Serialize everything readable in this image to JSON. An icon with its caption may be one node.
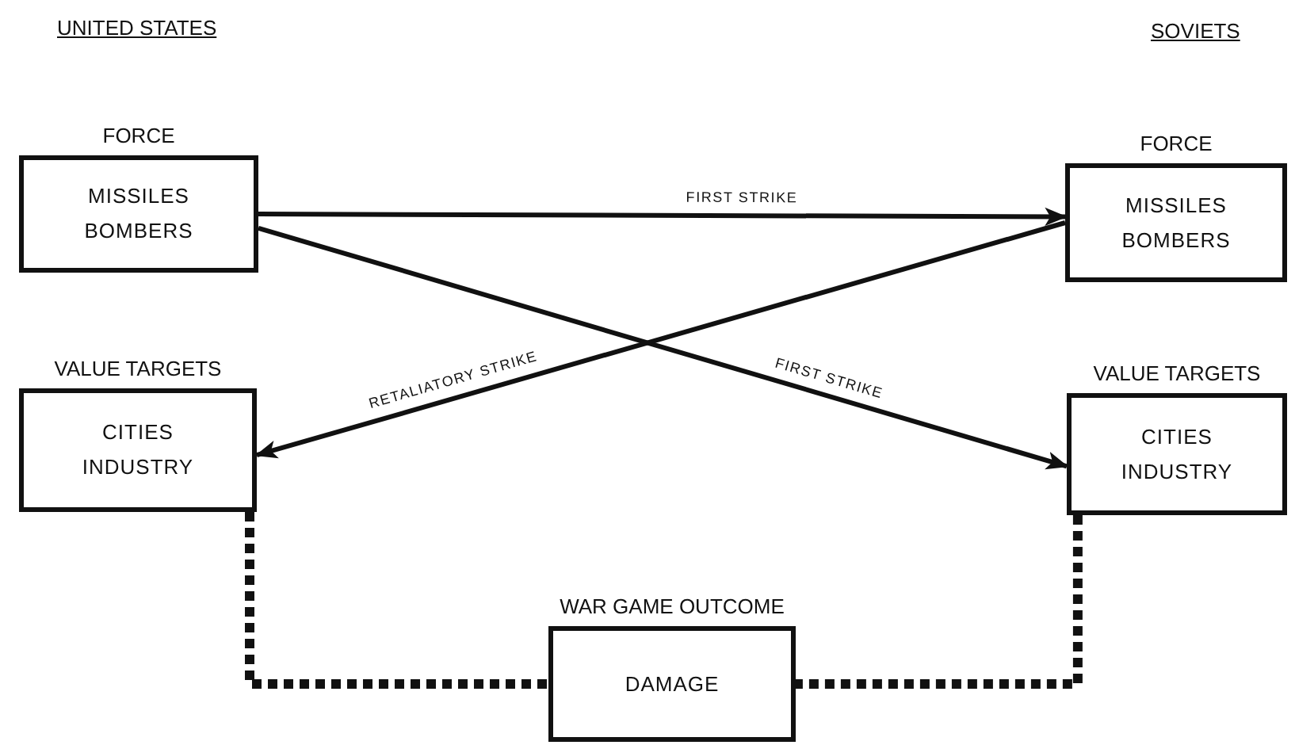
{
  "diagram": {
    "nodes": [
      {
        "text": [
          "FORCE",
          "MISSILES BOMBERS"
        ]
      },
      {
        "text": [
          "FORCE",
          "MISSILES BOMBERS"
        ]
      },
      {
        "text": [
          "VALUE TARGETS",
          "CITIES INDUSTRY"
        ]
      },
      {
        "text": [
          "VALUE TARGETS",
          "CITIES INDUSTRY"
        ]
      },
      {
        "text": [
          "WAR GAME OUTCOME",
          "DAMAGE"
        ]
      }
    ],
    "edges": [
      {
        "from": 0,
        "to": 1,
        "arrow": "to",
        "label": "FIRST STRIKE"
      },
      {
        "from": 0,
        "to": 3,
        "arrow": "to",
        "label": "FIRST STRIKE"
      },
      {
        "from": 1,
        "to": 2,
        "arrow": "to",
        "label": "RETALIATORY STRIKE"
      },
      {
        "from": 2,
        "to": 4,
        "arrow": "none",
        "style": "dashed"
      },
      {
        "from": 3,
        "to": 4,
        "arrow": "none",
        "style": "dashed"
      }
    ],
    "labels": [
      "UNITED STATES",
      "SOVIETS"
    ]
  }
}
